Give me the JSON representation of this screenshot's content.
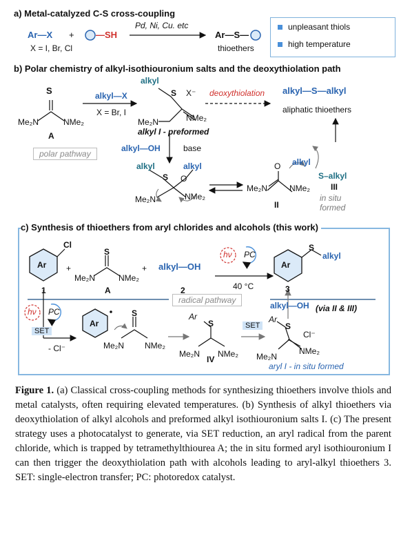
{
  "panel_a": {
    "heading": "a) Metal-catalyzed C-S cross-coupling",
    "ar_x": "Ar—X",
    "plus": "+",
    "sh": "—SH",
    "conditions": "Pd, Ni, Cu. etc",
    "product": "Ar—S—",
    "x_def": "X = I, Br, Cl",
    "product_label": "thioethers",
    "legend": [
      "unpleasant thiols",
      "high temperature"
    ]
  },
  "panel_b": {
    "heading": "b) Polar chemistry of alkyl-isothiouronium salts and the deoxythiolation path",
    "reagent": "alkyl—X",
    "x_def": "X = Br, I",
    "deoxy": "deoxythiolation",
    "product": "alkyl—S—alkyl",
    "product_label": "aliphatic thioethers",
    "salt_label": "alkyl I - preformed",
    "alcohol": "alkyl—OH",
    "base": "base",
    "polar_pathway": "polar pathway",
    "in_situ": "in situ formed",
    "compound_A": "A",
    "compound_II": "II",
    "compound_III": "III",
    "s_alkyl": "S–alkyl",
    "alkyl": "alkyl",
    "nme2_left": "Me₂N",
    "nme2_right": "NMe₂",
    "s": "S",
    "o": "O",
    "x_minus": "X⁻"
  },
  "panel_c": {
    "heading": "c) Synthesis of thioethers from aryl chlorides and alcohols (this work)",
    "ar": "Ar",
    "cl": "Cl",
    "alkyl_oh": "alkyl—OH",
    "temp": "40 °C",
    "hv": "hν",
    "pc": "PC",
    "radical_pathway": "radical pathway",
    "set": "SET",
    "cl_minus": "- Cl⁻",
    "via": "(via II & III)",
    "aryl_label": "aryl I - in situ formed",
    "n1": "1",
    "nA": "A",
    "n2": "2",
    "n3": "3",
    "nIV": "IV",
    "s_alkyl": "alkyl",
    "cl_anion": "Cl⁻"
  },
  "caption": {
    "label": "Figure 1.",
    "text": "(a) Classical cross-coupling methods for synthesizing thioethers involve thiols and metal catalysts, often requiring elevated temperatures. (b) Synthesis of alkyl thioethers via deoxythiolation of alkyl alcohols and preformed alkyl isothiouronium salts I. (c) The present strategy uses a photocatalyst to generate, via SET reduction, an aryl radical from the parent chloride, which is trapped by tetramethylthiourea A; the in situ formed aryl isothiouronium I can then trigger the deoxythiolation path with alcohols leading to aryl-alkyl thioethers 3. SET: single-electron transfer; PC: photoredox catalyst."
  }
}
